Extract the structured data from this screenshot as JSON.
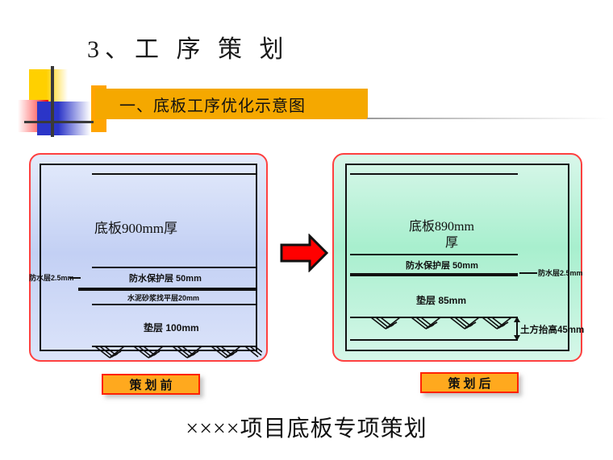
{
  "slide": {
    "main_title": "3、工 序 策 划",
    "banner_text": "一、底板工序优化示意图",
    "footer_title": "××××项目底板专项策划"
  },
  "left_panel": {
    "caption": "策划前",
    "slab_label": "底板900mm厚",
    "protection_label": "防水保护层 50mm",
    "mortar_label": "水泥砂浆找平层20mm",
    "cushion_label": "垫层 100mm",
    "waterproof_label": "防水层2.5mm"
  },
  "right_panel": {
    "caption": "策划后",
    "slab_label_line1": "底板890mm",
    "slab_label_line2": "厚",
    "protection_label": "防水保护层 50mm",
    "cushion_label": "垫层 85mm",
    "waterproof_label": "防水层2.5mm",
    "earth_raise_label": "土方抬高45mm"
  },
  "arrow": {
    "name": "right-arrow",
    "color": "#FF0000"
  },
  "colors": {
    "banner": "#F5A800",
    "caption_fill": "#FFA91E",
    "caption_border": "#FF2200",
    "panel_border": "#FF4040",
    "left_panel_fill": "#C3D0F4",
    "right_panel_fill": "#A8EFCE",
    "arrow": "#FF0000",
    "deco_yellow": "#FFD000",
    "deco_orange": "#FFA400",
    "deco_blue": "#2B35C8",
    "deco_red": "#FF0000"
  }
}
